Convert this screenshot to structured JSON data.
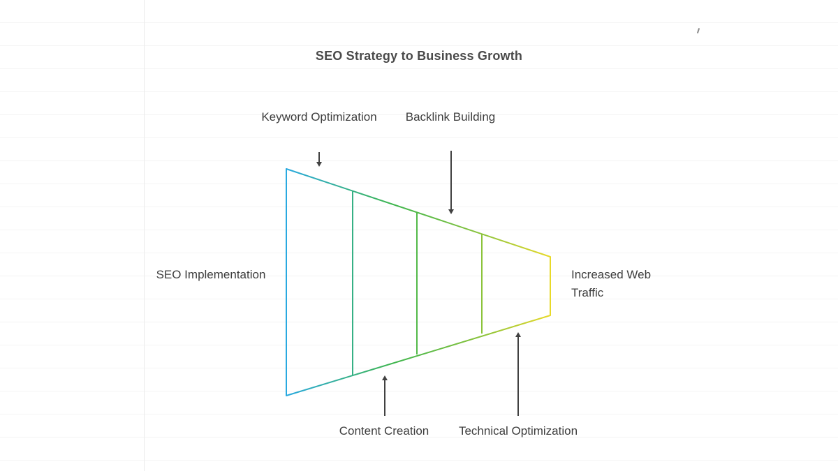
{
  "title": "SEO Strategy to Business Growth",
  "funnel": {
    "input_label": "SEO Implementation",
    "output_label": "Increased Web Traffic",
    "stages": [
      {
        "label": "Keyword Optimization",
        "position": "top"
      },
      {
        "label": "Content Creation",
        "position": "bottom"
      },
      {
        "label": "Backlink Building",
        "position": "top"
      },
      {
        "label": "Technical Optimization",
        "position": "bottom"
      }
    ]
  },
  "colors": {
    "gradient_start": "#29a9e0",
    "gradient_mid": "#3db54e",
    "gradient_late": "#8ec43c",
    "gradient_end": "#e8d928",
    "arrow": "#414141"
  }
}
